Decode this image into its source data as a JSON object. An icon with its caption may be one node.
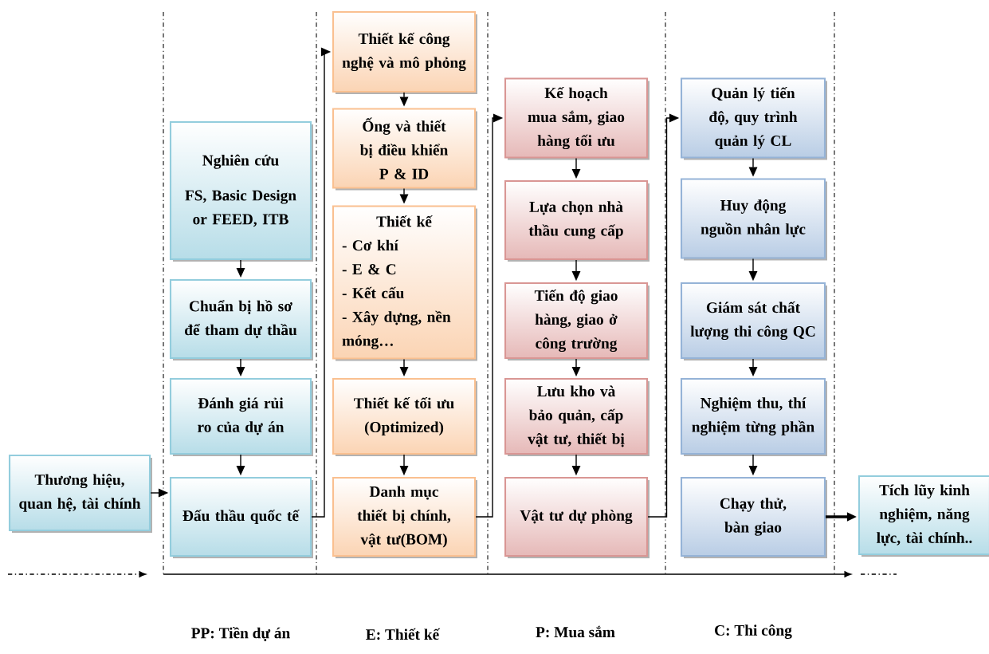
{
  "diagram": {
    "nodes": [
      {
        "text": [
          "Thương hiệu, quan hệ, tài chính"
        ]
      },
      {
        "text": [
          "Nghiên cứu",
          "FS, Basic Design or FEED, ITB"
        ]
      },
      {
        "text": [
          "Chuẩn bị hồ sơ để tham dự thầu"
        ]
      },
      {
        "text": [
          "Đánh giá rủi ro của dự án"
        ]
      },
      {
        "text": [
          "Đấu thầu quốc tế"
        ]
      },
      {
        "text": [
          "Thiết kế công nghệ và mô phỏng"
        ]
      },
      {
        "text": [
          "Ống và thiết bị điều khiển P & ID"
        ]
      },
      {
        "text": [
          "Thiết kế",
          "- Cơ khí",
          "- E & C",
          "- Kết cấu",
          "- Xây dựng, nền móng…"
        ]
      },
      {
        "text": [
          "Thiết kế tối ưu (Optimized)"
        ]
      },
      {
        "text": [
          "Danh mục thiết bị chính, vật tư(BOM)"
        ]
      },
      {
        "text": [
          "Kế hoạch mua sắm, giao hàng tối ưu"
        ]
      },
      {
        "text": [
          "Lựa chọn nhà thầu cung cấp"
        ]
      },
      {
        "text": [
          "Tiến độ giao hàng, giao ở công trường"
        ]
      },
      {
        "text": [
          "Lưu kho và bảo quản, cấp vật tư, thiết bị"
        ]
      },
      {
        "text": [
          "Vật tư dự phòng"
        ]
      },
      {
        "text": [
          "Quản lý tiến độ, quy trình quản lý CL"
        ]
      },
      {
        "text": [
          "Huy động nguồn nhân lực"
        ]
      },
      {
        "text": [
          "Giám sát chất lượng thi công QC"
        ]
      },
      {
        "text": [
          "Nghiệm thu, thí nghiệm từng phần"
        ]
      },
      {
        "text": [
          "Chạy thử, bàn giao"
        ]
      },
      {
        "text": [
          "Tích lũy kinh nghiệm, năng lực, tài chính.."
        ]
      }
    ],
    "edges": [
      {
        "from": 0,
        "to": 4,
        "arrow": "to"
      },
      {
        "from": 1,
        "to": 2,
        "arrow": "to"
      },
      {
        "from": 2,
        "to": 3,
        "arrow": "to"
      },
      {
        "from": 3,
        "to": 4,
        "arrow": "to"
      },
      {
        "from": 4,
        "to": 5,
        "arrow": "to"
      },
      {
        "from": 5,
        "to": 6,
        "arrow": "to"
      },
      {
        "from": 6,
        "to": 7,
        "arrow": "to"
      },
      {
        "from": 7,
        "to": 8,
        "arrow": "to"
      },
      {
        "from": 8,
        "to": 9,
        "arrow": "to"
      },
      {
        "from": 9,
        "to": 10,
        "arrow": "to"
      },
      {
        "from": 10,
        "to": 11,
        "arrow": "to"
      },
      {
        "from": 11,
        "to": 12,
        "arrow": "to"
      },
      {
        "from": 12,
        "to": 13,
        "arrow": "to"
      },
      {
        "from": 13,
        "to": 14,
        "arrow": "to"
      },
      {
        "from": 14,
        "to": 15,
        "arrow": "to"
      },
      {
        "from": 15,
        "to": 16,
        "arrow": "to"
      },
      {
        "from": 16,
        "to": 17,
        "arrow": "to"
      },
      {
        "from": 17,
        "to": 18,
        "arrow": "to"
      },
      {
        "from": 18,
        "to": 19,
        "arrow": "to"
      },
      {
        "from": 19,
        "to": 20,
        "arrow": "to",
        "style": "thick"
      }
    ],
    "labels": [
      "PP: Tiền dự án",
      "E: Thiết kế",
      "P: Mua sắm",
      "C: Thi công"
    ]
  }
}
